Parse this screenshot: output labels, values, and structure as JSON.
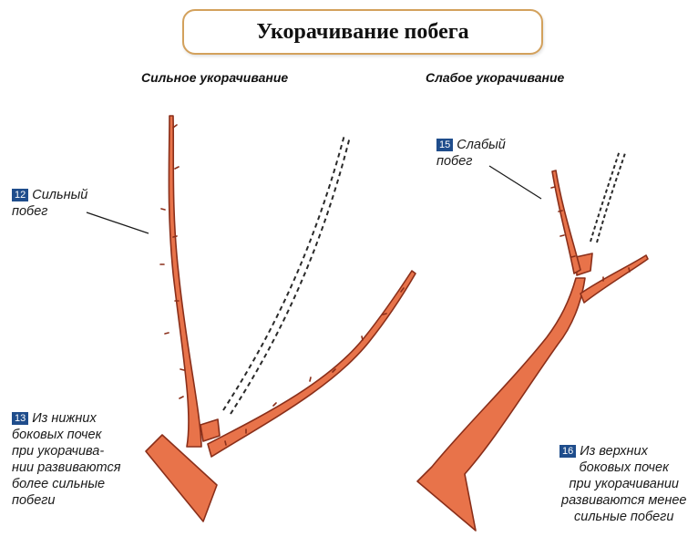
{
  "title": "Укорачивание побега",
  "subtitle_left": "Сильное укорачивание",
  "subtitle_right": "Слабое укорачивание",
  "colors": {
    "branch_fill": "#e8734a",
    "branch_stroke": "#8a2f1a",
    "badge": "#1f4d8c",
    "title_border": "#d3a15c"
  },
  "notes": {
    "n12": {
      "badge": "12",
      "lines": [
        "Сильный",
        "побег"
      ]
    },
    "n13": {
      "badge": "13",
      "lines": [
        "Из нижних",
        "боковых почек",
        "при укорачива-",
        "нии развиваются",
        "более сильные",
        "побеги"
      ]
    },
    "n15": {
      "badge": "15",
      "lines": [
        "Слабый",
        "побег"
      ]
    },
    "n16": {
      "badge": "16",
      "lines": [
        "Из верхних",
        "боковых почек",
        "при укорачивании",
        "развиваются менее",
        "сильные побеги"
      ]
    }
  }
}
